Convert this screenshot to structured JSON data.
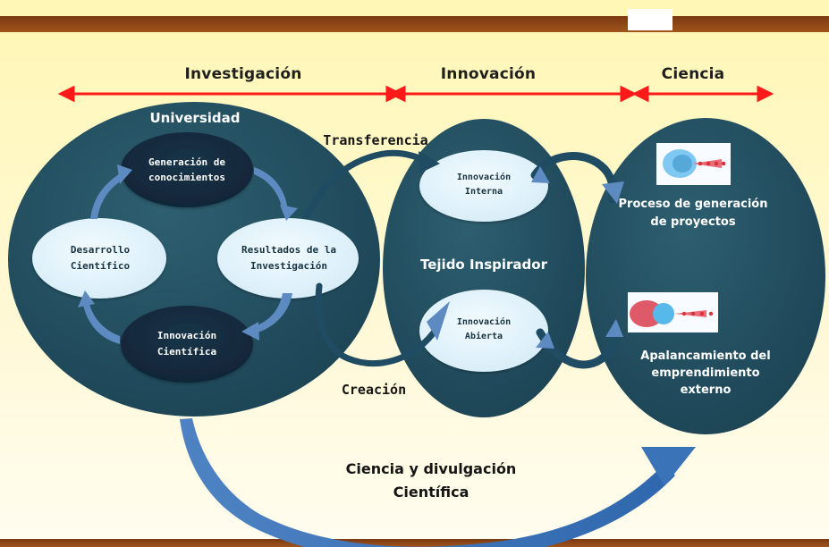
{
  "sections": {
    "investigacion": "Investigación",
    "innovacion": "Innovación",
    "ciencia": "Ciencia"
  },
  "circles": {
    "universidad": "Universidad",
    "tejido": "Tejido Inspirador"
  },
  "nodes": {
    "generacion": {
      "line1": "Generación de",
      "line2": "conocimientos"
    },
    "desarrollo": {
      "line1": "Desarrollo",
      "line2": "Científico"
    },
    "resultados": {
      "line1": "Resultados de la",
      "line2": "Investigación"
    },
    "innovacion_cientifica": {
      "line1": "Innovación",
      "line2": "Científica"
    },
    "innovacion_interna": {
      "line1": "Innovación",
      "line2": "Interna"
    },
    "innovacion_abierta": {
      "line1": "Innovación",
      "line2": "Abierta"
    }
  },
  "flows": {
    "transferencia": "Transferencia",
    "creacion": "Creación"
  },
  "ciencia_blocks": {
    "proyectos": {
      "line1": "Proceso de generación",
      "line2": "de proyectos"
    },
    "emprendimiento": {
      "line1": "Apalancamiento del",
      "line2": "emprendimiento",
      "line3": "externo"
    }
  },
  "bottom": {
    "line1": "Ciencia  y divulgación",
    "line2": "Científica"
  },
  "colors": {
    "background_top": "#fff8b6",
    "background_bottom": "#fffdf0",
    "header_bar": "#8b4614",
    "accent_red": "#ff1a1a",
    "main_teal": "#1d4659",
    "light_node": "#dff1fb",
    "dark_node": "#13273b",
    "arrow_blue": "#5d8ac1"
  }
}
